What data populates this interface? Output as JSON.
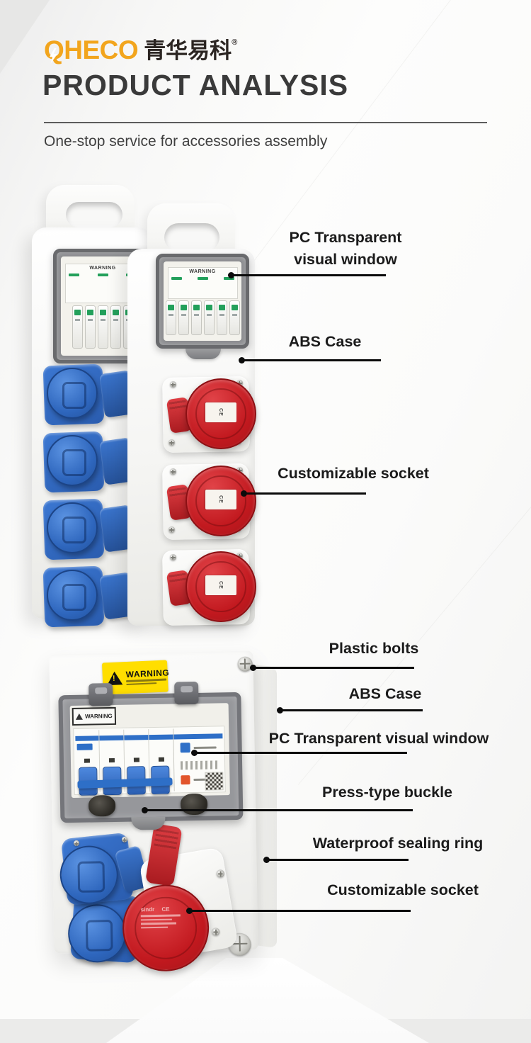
{
  "header": {
    "logo_text": "QHECO",
    "logo_cn": "青华易科",
    "registered_mark": "®",
    "title": "PRODUCT ANALYSIS",
    "subtitle": "One-stop service for accessories assembly"
  },
  "product1": {
    "callouts": [
      {
        "label": "PC Transparent\nvisual window"
      },
      {
        "label": "ABS Case"
      },
      {
        "label": "Customizable socket"
      }
    ]
  },
  "product2": {
    "callouts": [
      {
        "label": "Plastic bolts"
      },
      {
        "label": "ABS Case"
      },
      {
        "label": "PC Transparent visual window"
      },
      {
        "label": "Press-type buckle"
      },
      {
        "label": "Waterproof sealing ring"
      },
      {
        "label": "Customizable socket"
      }
    ]
  },
  "product_markings": {
    "warning": "WARNING",
    "ce": "CE",
    "socket_brand": "sindr"
  },
  "colors": {
    "logo_orange": "#F2A51D",
    "title_gray": "#3A3A3A",
    "socket_blue": "#2E6BC8",
    "socket_red": "#C2191F",
    "warning_yellow": "#FFDE00",
    "leader_black": "#0B0B0B"
  }
}
